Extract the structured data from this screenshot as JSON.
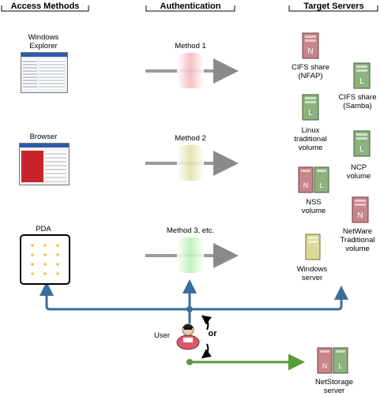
{
  "columns": {
    "access": "Access Methods",
    "auth": "Authentication",
    "targets": "Target Servers"
  },
  "access_methods": {
    "windows_explorer": "Windows\nExplorer",
    "browser": "Browser",
    "pda": "PDA"
  },
  "methods": [
    "Method 1",
    "Method 2",
    "Method 3, etc."
  ],
  "servers": {
    "cifs_nfap": "CIFS share\n(NFAP)",
    "cifs_samba": "CIFS share\n(Samba)",
    "linux_volume": "Linux\ntraditional\nvolume",
    "nss_volume": "NSS\nvolume",
    "ncp_volume": "NCP\nvolume",
    "netware_volume": "NetWare\nTraditional\nvolume",
    "windows_server": "Windows\nserver",
    "netstorage": "NetStorage\nserver"
  },
  "user_label": "User",
  "or_label": "or",
  "server_badges": {
    "netware": "N",
    "linux": "L"
  },
  "colors": {
    "blue_flow": "#3a6d9a",
    "green_flow": "#5a9a3a",
    "method1": "#f5b7c0",
    "method2": "#e3e0a6",
    "method3": "#b9f0b4",
    "netware_server": "#c8868a",
    "linux_server": "#8db27f",
    "windows_server": "#d9d99a"
  }
}
